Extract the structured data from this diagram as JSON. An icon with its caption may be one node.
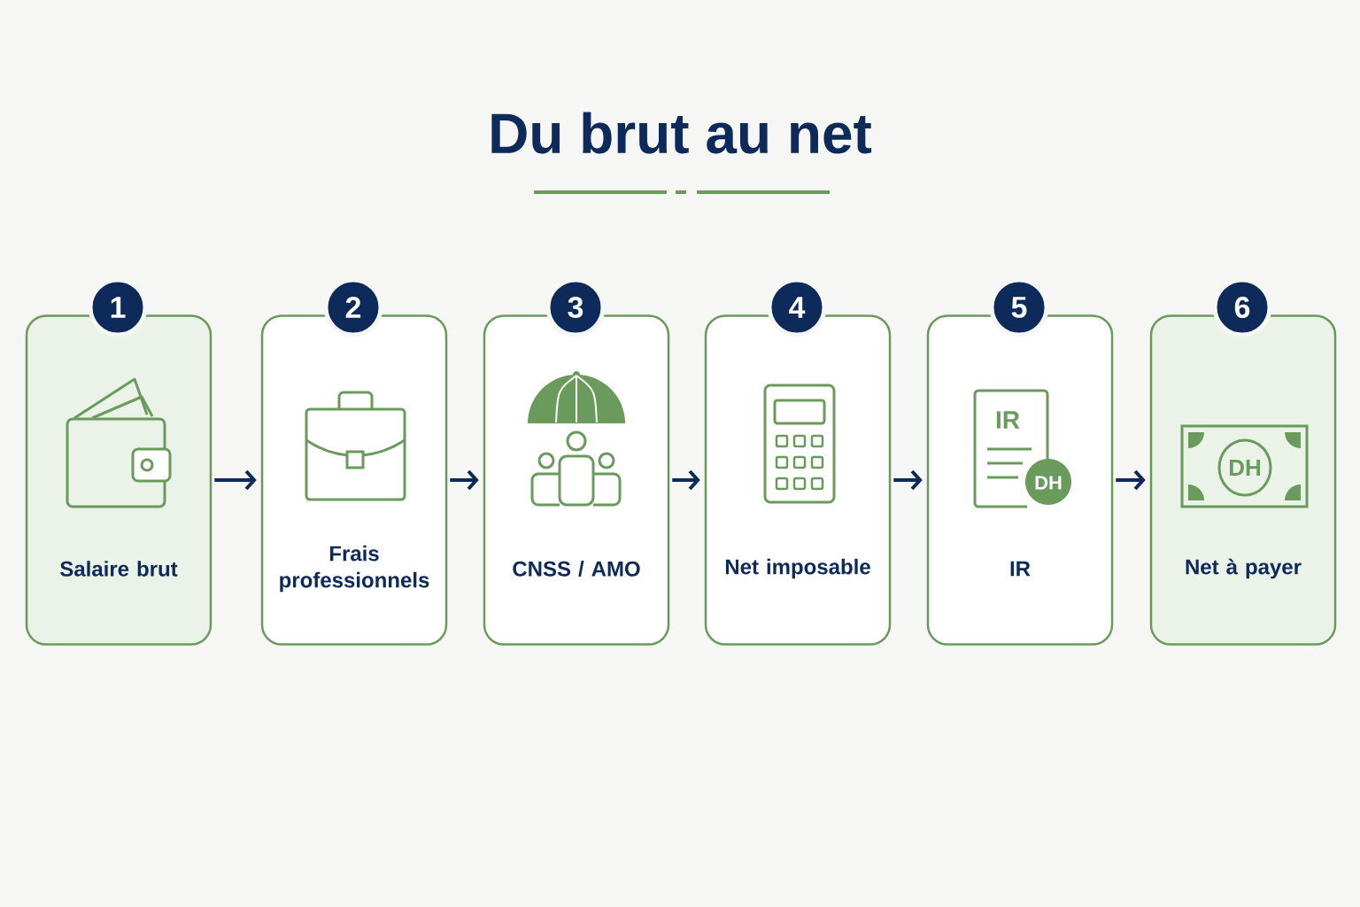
{
  "diagram": {
    "title": "Du brut au net",
    "nodes": [
      {
        "text": [
          "1",
          "Salaire brut"
        ]
      },
      {
        "text": [
          "2",
          "Frais professionnels"
        ]
      },
      {
        "text": [
          "3",
          "CNSS / AMO"
        ]
      },
      {
        "text": [
          "4",
          "Net imposable"
        ]
      },
      {
        "text": [
          "5",
          "IR"
        ]
      },
      {
        "text": [
          "6",
          "Net à payer"
        ]
      }
    ],
    "edges": [
      {
        "from": 0,
        "to": 1,
        "arrow": "to"
      },
      {
        "from": 1,
        "to": 2,
        "arrow": "to"
      },
      {
        "from": 2,
        "to": 3,
        "arrow": "to"
      },
      {
        "from": 3,
        "to": 4,
        "arrow": "to"
      },
      {
        "from": 4,
        "to": 5,
        "arrow": "to"
      }
    ],
    "labels": [
      "IR",
      "DH",
      "DH"
    ]
  }
}
